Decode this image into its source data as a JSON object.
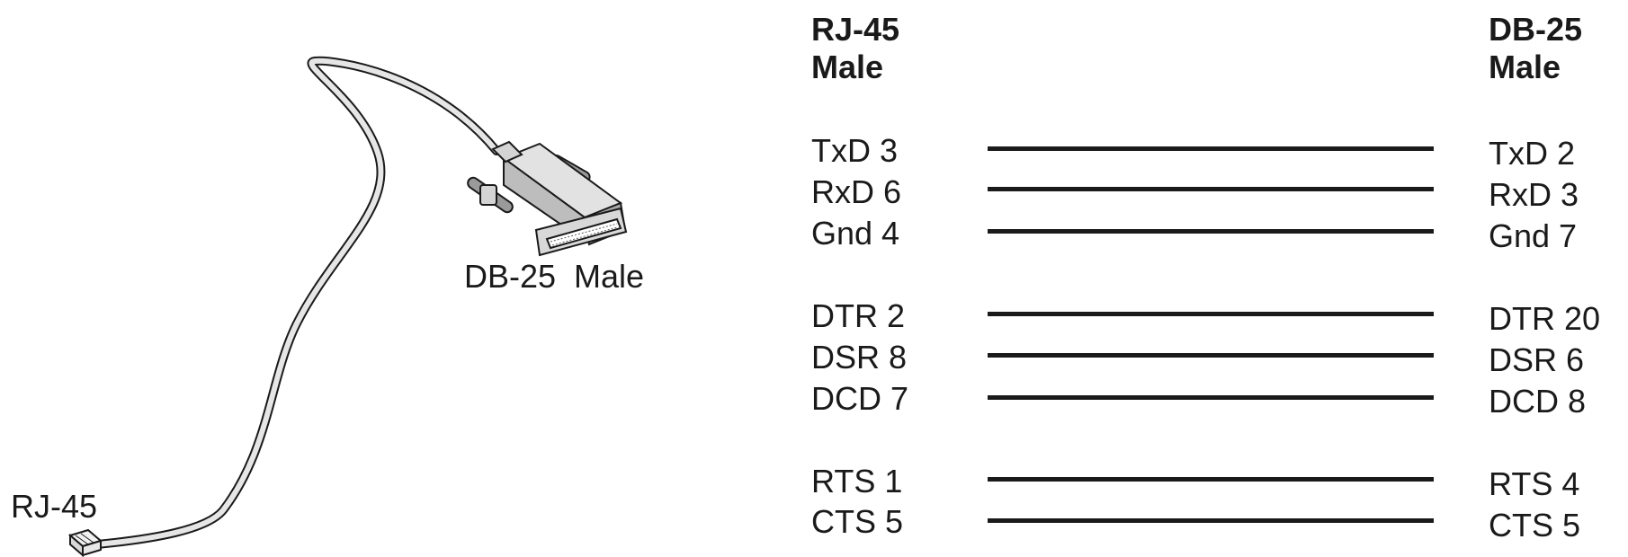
{
  "illustration": {
    "rj45_label": "RJ-45",
    "db25_label": "DB-25  Male"
  },
  "pinout": {
    "left_header": [
      "RJ-45",
      "Male"
    ],
    "right_header": [
      "DB-25",
      "Male"
    ],
    "groups": [
      [
        {
          "left": "TxD 3",
          "right": "TxD 2"
        },
        {
          "left": "RxD 6",
          "right": "RxD 3"
        },
        {
          "left": "Gnd 4",
          "right": "Gnd 7"
        }
      ],
      [
        {
          "left": "DTR 2",
          "right": "DTR 20"
        },
        {
          "left": "DSR 8",
          "right": "DSR 6"
        },
        {
          "left": "DCD 7",
          "right": "DCD 8"
        }
      ],
      [
        {
          "left": "RTS 1",
          "right": "RTS 4"
        },
        {
          "left": "CTS 5",
          "right": "CTS 5"
        }
      ]
    ]
  },
  "colors": {
    "ink": "#1a1a1a",
    "cable_fill": "#e6e6e6",
    "connector_body": "#d4d4d4",
    "connector_shade": "#9a9a9a",
    "connector_dark": "#5a5a5a"
  }
}
